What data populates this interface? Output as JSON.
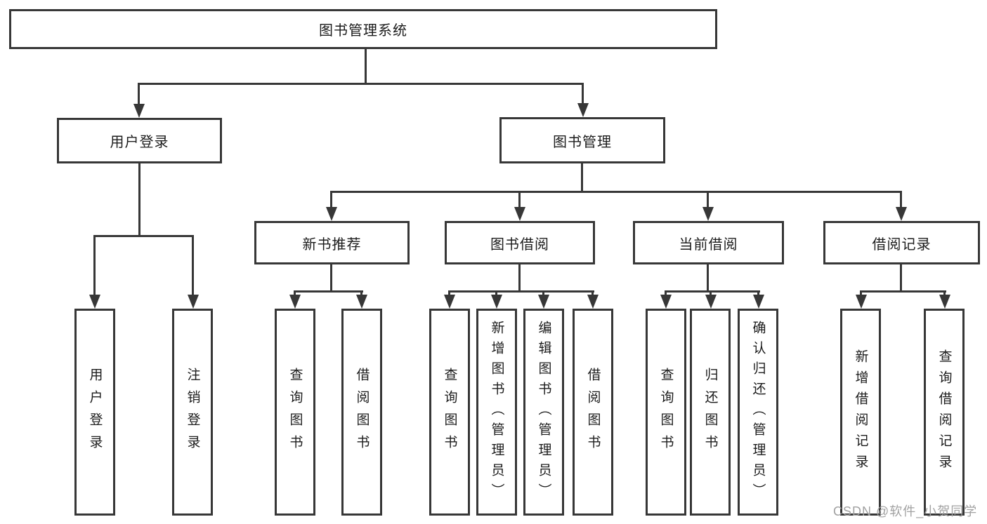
{
  "colors": {
    "background": "#ffffff",
    "line": "#373737",
    "box_border": "#373737",
    "text": "#1c1c1c",
    "watermark": "#a2a2a2"
  },
  "watermark": "CSDN @软件_小贺同学",
  "tree": {
    "root": {
      "label": "图书管理系统"
    },
    "level2": [
      {
        "label": "用户登录"
      },
      {
        "label": "图书管理"
      }
    ],
    "level3": [
      {
        "label": "新书推荐"
      },
      {
        "label": "图书借阅"
      },
      {
        "label": "当前借阅"
      },
      {
        "label": "借阅记录"
      }
    ],
    "leaves": {
      "user_login": [
        "用户登录",
        "注销登录"
      ],
      "new_books": [
        "查询图书",
        "借阅图书"
      ],
      "book_borrow": [
        "查询图书",
        "新增图书（管理员）",
        "编辑图书（管理员）",
        "借阅图书"
      ],
      "current_borrow": [
        "查询图书",
        "归还图书",
        "确认归还（管理员）"
      ],
      "borrow_records": [
        "新增借阅记录",
        "查询借阅记录"
      ]
    }
  }
}
